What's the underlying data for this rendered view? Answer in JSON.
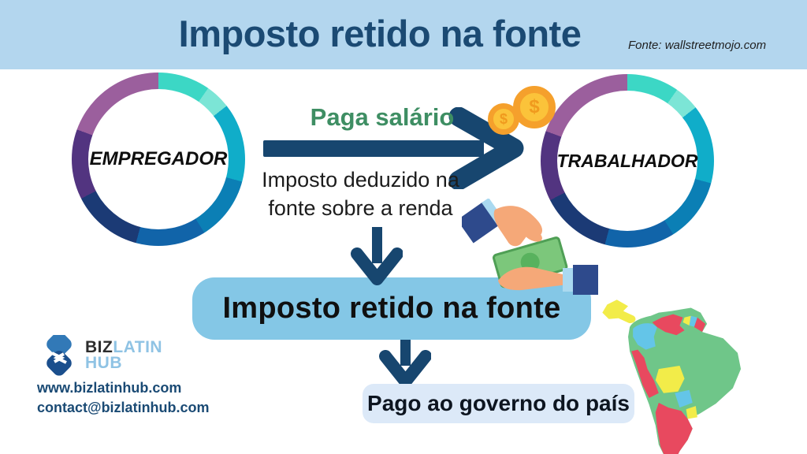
{
  "header": {
    "title": "Imposto retido na fonte",
    "source_note": "Fonte: wallstreetmojo.com"
  },
  "diagram": {
    "employer_label": "EMPREGADOR",
    "worker_label": "TRABALHADOR",
    "salary_arrow_label": "Paga salário",
    "deduction_line1": "Imposto deduzido na",
    "deduction_line2": "fonte sobre a renda",
    "coin_symbol": "$",
    "main_box_label": "Imposto retido na fonte",
    "government_box_label": "Pago ao governo do país"
  },
  "footer": {
    "logo_part_biz": "BIZ",
    "logo_part_latin": "LATIN",
    "logo_part_hub": "HUB",
    "website": "www.bizlatinhub.com",
    "email": "contact@bizlatinhub.com"
  },
  "colors": {
    "header_bg": "#b3d6ee",
    "title_text": "#1b4a73",
    "salary_label_green": "#3e8e63",
    "arrow_navy": "#17466f",
    "main_box_bg": "#84c7e6",
    "government_box_bg": "#dce9f8",
    "coin_ring": "#f5a02c",
    "coin_face": "#fbc33a",
    "ring_segments": [
      "#3cd7c5",
      "#7ce5d6",
      "#10adc9",
      "#0b7fb5",
      "#1164a9",
      "#1b3a75",
      "#523480",
      "#9b5f9d"
    ],
    "map_green": "#6fc689",
    "map_red": "#e8495f",
    "map_yellow": "#f2ec49",
    "map_blue": "#64c5e8"
  }
}
